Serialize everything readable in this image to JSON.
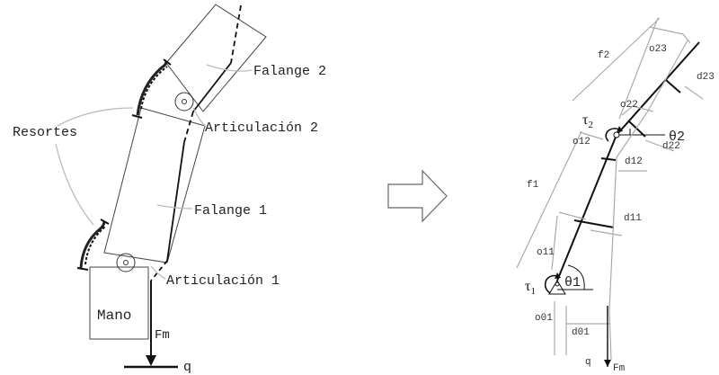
{
  "left_labels": {
    "falange2": "Falange 2",
    "articulacion2": "Articulación 2",
    "resortes": "Resortes",
    "falange1": "Falange 1",
    "articulacion1": "Articulación 1",
    "mano": "Mano",
    "fm": "Fm",
    "q": "q"
  },
  "right_labels": {
    "f2": "f2",
    "o23": "o23",
    "d23": "d23",
    "o22": "o22",
    "tau2": "τ",
    "tau2_sub": "2",
    "theta2": "θ2",
    "d22": "d22",
    "o12": "o12",
    "d12": "d12",
    "f1": "f1",
    "d11": "d11",
    "o11": "o11",
    "theta1": "θ1",
    "tau1": "τ",
    "tau1_sub": "1",
    "o01": "o01",
    "d01": "d01",
    "q": "q",
    "fm": "Fm"
  },
  "colors": {
    "line": "#222222",
    "gray": "#bbbbbb",
    "dim": "#999999"
  }
}
